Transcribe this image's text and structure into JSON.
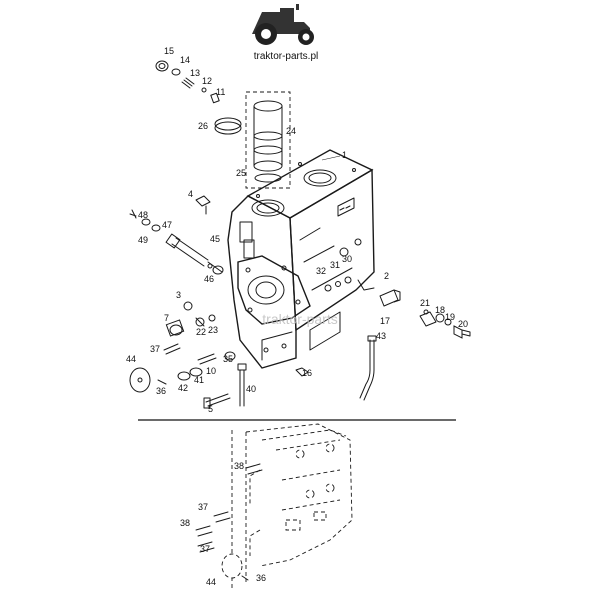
{
  "brand": {
    "text": "traktor-parts.pl",
    "watermark": "traktor-parts"
  },
  "callouts_upper": [
    "1",
    "2",
    "3",
    "4",
    "5",
    "7",
    "10",
    "11",
    "12",
    "13",
    "14",
    "15",
    "16",
    "17",
    "18",
    "19",
    "20",
    "21",
    "22",
    "23",
    "24",
    "25",
    "26",
    "30",
    "31",
    "32",
    "35",
    "36",
    "37",
    "40",
    "41",
    "42",
    "43",
    "44",
    "45",
    "46",
    "47",
    "48",
    "49"
  ],
  "callouts_lower": [
    "36",
    "37",
    "37",
    "38",
    "38",
    "44"
  ],
  "colors": {
    "line": "#1a1a1a",
    "background": "#ffffff"
  }
}
